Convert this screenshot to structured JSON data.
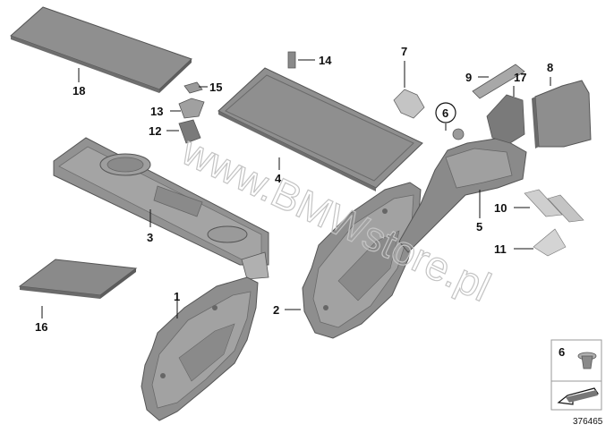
{
  "watermark": "www.BMWstore.pl",
  "callouts": [
    {
      "id": "1",
      "label": "1"
    },
    {
      "id": "2",
      "label": "2"
    },
    {
      "id": "3",
      "label": "3"
    },
    {
      "id": "4",
      "label": "4"
    },
    {
      "id": "5",
      "label": "5"
    },
    {
      "id": "6",
      "label": "6"
    },
    {
      "id": "7",
      "label": "7"
    },
    {
      "id": "8",
      "label": "8"
    },
    {
      "id": "9",
      "label": "9"
    },
    {
      "id": "10",
      "label": "10"
    },
    {
      "id": "11",
      "label": "11"
    },
    {
      "id": "12",
      "label": "12"
    },
    {
      "id": "13",
      "label": "13"
    },
    {
      "id": "14",
      "label": "14"
    },
    {
      "id": "15",
      "label": "15"
    },
    {
      "id": "16",
      "label": "16"
    },
    {
      "id": "17",
      "label": "17"
    },
    {
      "id": "18",
      "label": "18"
    }
  ],
  "legend": {
    "item_label": "6"
  },
  "diagram_code": "376465",
  "colors": {
    "part_fill": "#8f8f8f",
    "part_dark": "#6e6e6e",
    "part_light": "#b3b3b3",
    "line": "#111111"
  }
}
